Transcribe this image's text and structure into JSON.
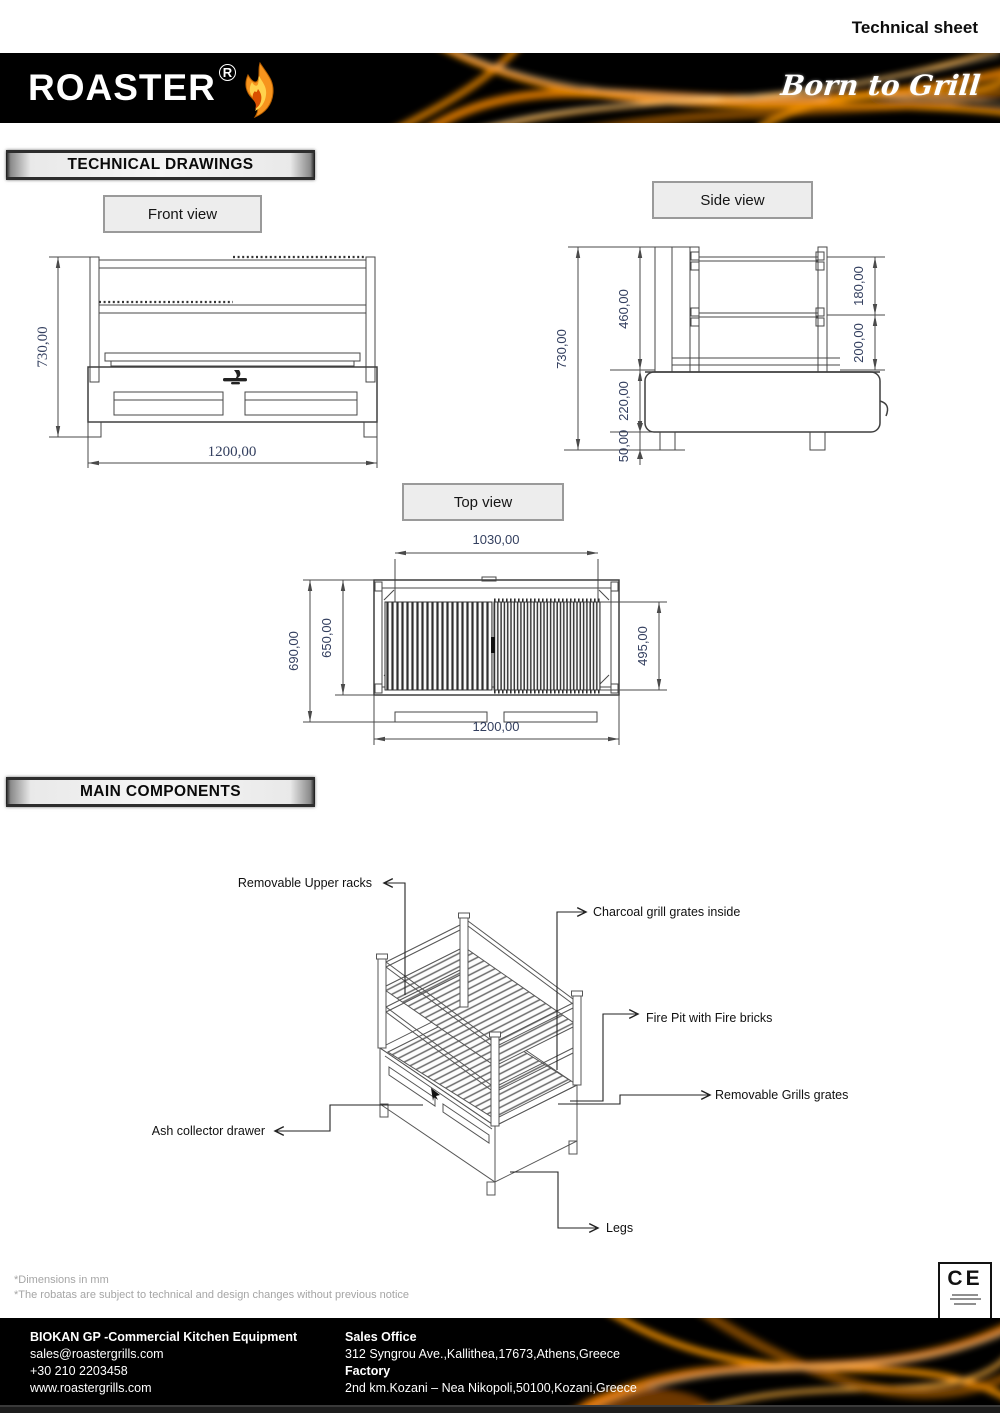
{
  "header": {
    "title": "Technical sheet"
  },
  "banner": {
    "brand": "ROASTER",
    "reg": "R",
    "tagline": "Born to Grill"
  },
  "sections": {
    "technical_drawings": "TECHNICAL DRAWINGS",
    "main_components": "MAIN COMPONENTS"
  },
  "front_view": {
    "label": "Front view",
    "dims": {
      "height": "730,00",
      "width": "1200,00"
    }
  },
  "side_view": {
    "label": "Side view",
    "dims": {
      "height": "730,00",
      "rack_zone": "460,00",
      "base": "220,00",
      "legs": "50,00",
      "top_gap": "180,00",
      "mid_gap": "200,00"
    }
  },
  "top_view": {
    "label": "Top view",
    "dims": {
      "inner_width": "1030,00",
      "depth": "690,00",
      "inner_depth": "650,00",
      "grate_depth": "495,00",
      "width": "1200,00"
    }
  },
  "components": {
    "upper_racks": "Removable Upper racks",
    "charcoal": "Charcoal grill grates inside",
    "fire_pit": "Fire Pit with Fire bricks",
    "grill_grates": "Removable Grills grates",
    "ash_drawer": "Ash collector drawer",
    "legs": "Legs"
  },
  "notes": [
    "*Dimensions in mm",
    "*The robatas are subject to technical and design changes without previous notice"
  ],
  "ce": {
    "mark": "CE"
  },
  "footer": {
    "company": "BIOKAN GP -Commercial Kitchen Equipment",
    "email": "sales@roastergrills.com",
    "phone": "+30 210 2203458",
    "website": "www.roastergrills.com",
    "sales_office_label": "Sales Office",
    "sales_office_address": "312 Syngrou Ave.,Kallithea,17673,Athens,Greece",
    "factory_label": "Factory",
    "factory_address": "2nd km.Kozani – Nea Nikopoli,50100,Kozani,Greece"
  },
  "colors": {
    "accent_orange": "#f7941d",
    "dimension_text": "#333f5f",
    "banner_bg": "#000000"
  }
}
